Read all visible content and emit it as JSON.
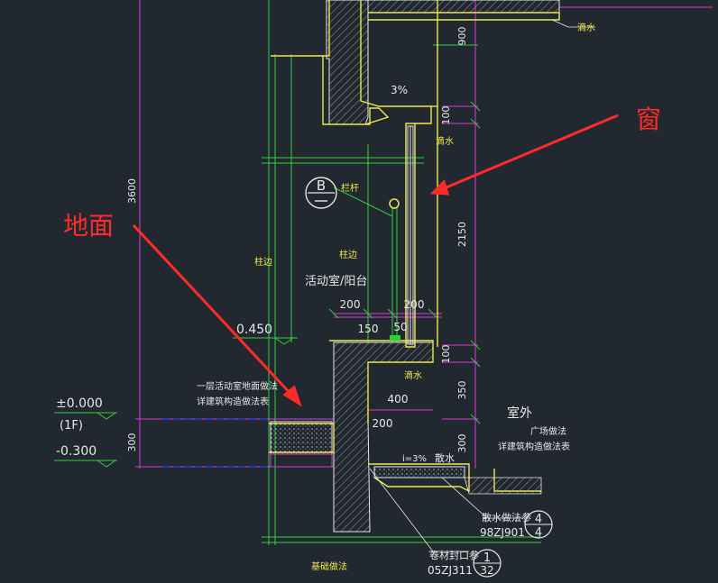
{
  "annotations": {
    "ground_label": "地面",
    "window_label": "窗"
  },
  "colors": {
    "background": "#212830",
    "yellow": "#f0e84a",
    "green": "#2fd13a",
    "magenta": "#d63ad6",
    "white": "#e8e8e8",
    "red": "#ff2a2a",
    "hatch": "#888888",
    "blue": "#2a3aff"
  },
  "elevations": {
    "zero": "±0.000",
    "floor": "(1F)",
    "minus": "-0.300",
    "upper": "0.450"
  },
  "dimensions": {
    "total_height": "3600",
    "h900": "900",
    "h100_top": "100",
    "h2150": "2150",
    "h100_bottom": "100",
    "h350": "350",
    "h300_right": "300",
    "h300_left": "300",
    "w200_a": "200",
    "w200_b": "200",
    "w150": "150",
    "w50": "50",
    "w400": "400",
    "w200_c": "200"
  },
  "labels": {
    "drip_top": "滴水",
    "slope": "3%",
    "drip_mid": "滴水",
    "railing": "栏杆",
    "column_edge_left": "柱边",
    "column_edge_mid": "柱边",
    "room": "活动室/阳台",
    "drip_bottom": "滴水",
    "floor_note_1": "一层活动室地面做法",
    "floor_note_2": "详建筑构造做法表",
    "outdoor": "室外",
    "plaza_note_1": "广场做法",
    "plaza_note_2": "详建筑构造做法表",
    "slope_bottom": "i=3%",
    "apron": "散水",
    "apron_ref": "散水做法参",
    "apron_std": "98ZJ901",
    "seal_ref": "卷材封口参",
    "seal_std": "05ZJ311",
    "foundation": "基础做法",
    "detail_b": "B",
    "ref4_top": "4",
    "ref4_bottom": "4",
    "ref1_top": "1",
    "ref1_bottom": "32"
  }
}
